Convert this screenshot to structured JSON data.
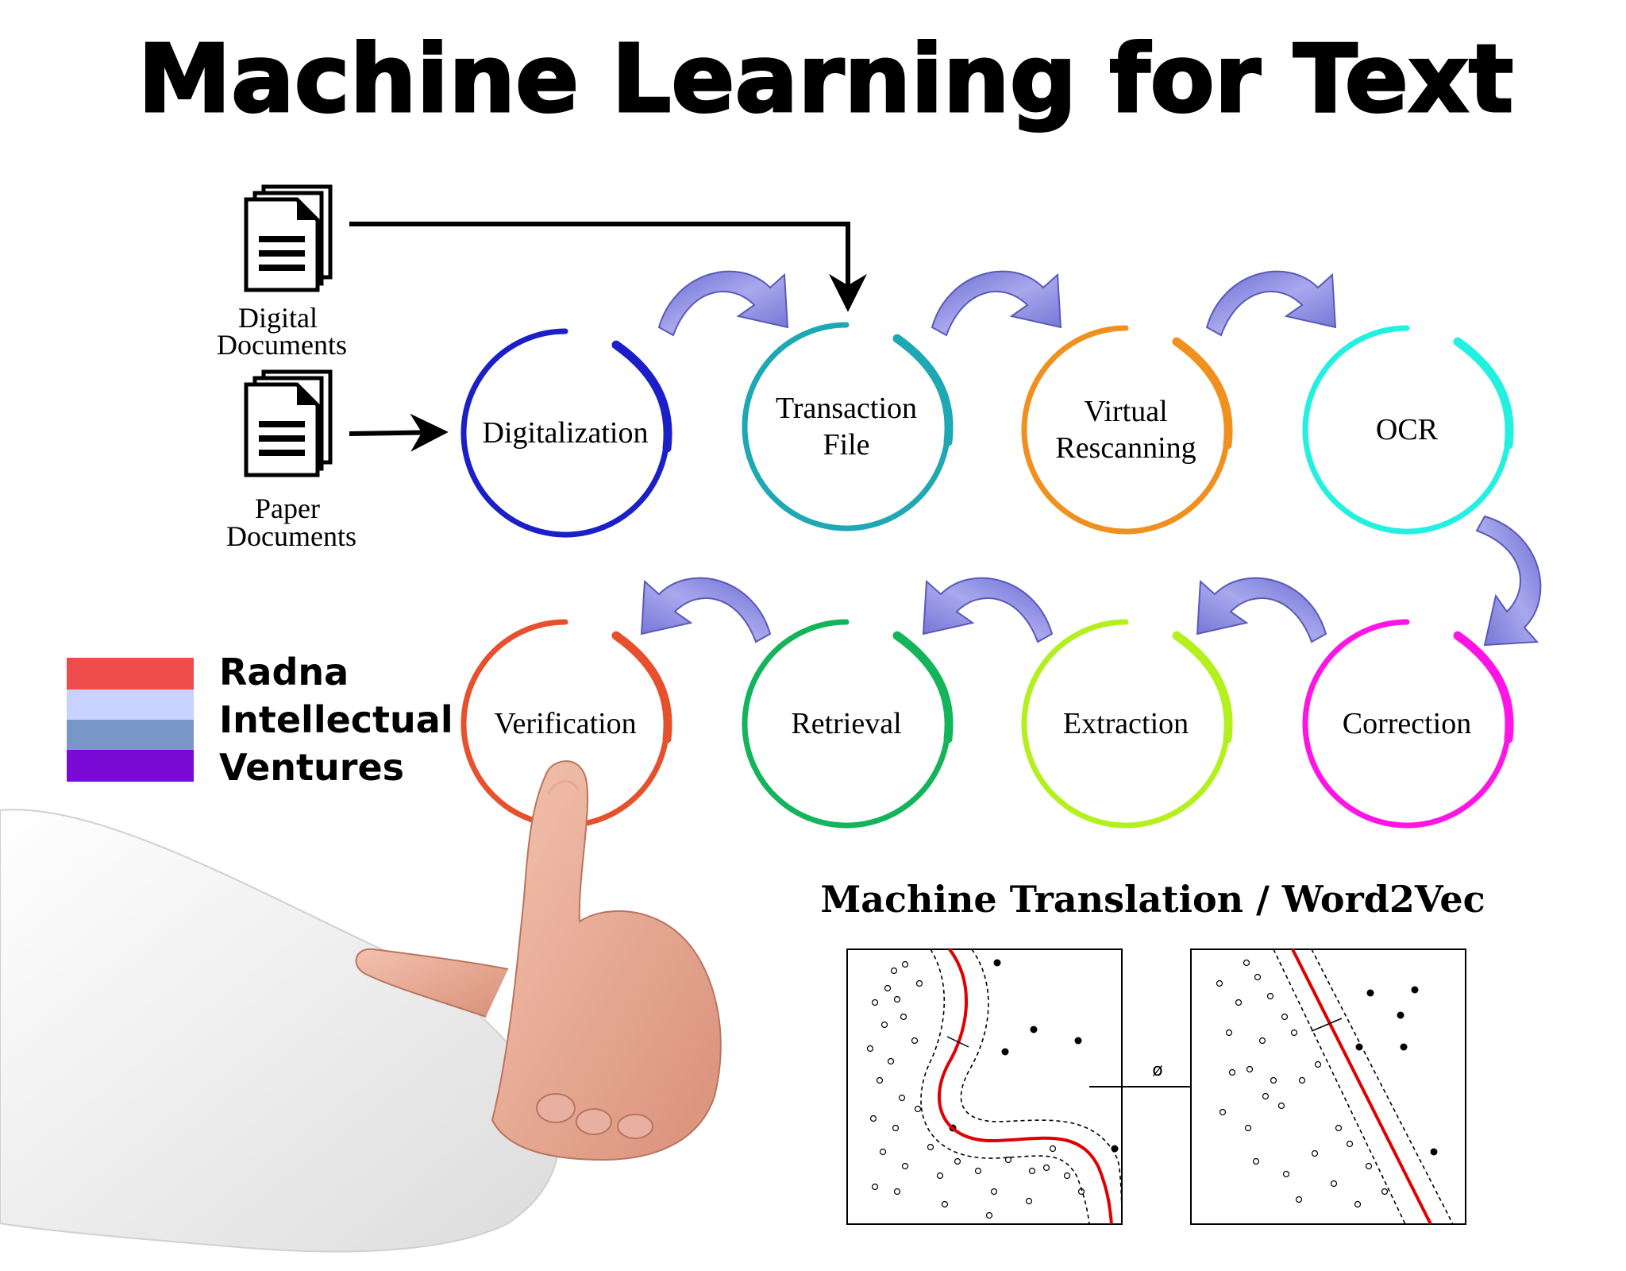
{
  "title": "Machine Learning for Text",
  "sources": [
    {
      "label_line1": "Digital",
      "label_line2": "Documents"
    },
    {
      "label_line1": "Paper",
      "label_line2": "Documents"
    }
  ],
  "steps": [
    {
      "lines": [
        "Digitalization"
      ],
      "color": "#1a1fc8"
    },
    {
      "lines": [
        "Transaction",
        "File"
      ],
      "color": "#1ea8b4"
    },
    {
      "lines": [
        "Virtual",
        "Rescanning"
      ],
      "color": "#f0901e"
    },
    {
      "lines": [
        "OCR"
      ],
      "color": "#22f0e0"
    },
    {
      "lines": [
        "Correction"
      ],
      "color": "#ff14e6"
    },
    {
      "lines": [
        "Extraction"
      ],
      "color": "#b4f01e"
    },
    {
      "lines": [
        "Retrieval"
      ],
      "color": "#14b45a"
    },
    {
      "lines": [
        "Verification"
      ],
      "color": "#e6502d"
    }
  ],
  "arrow_color": "#8c8cdc",
  "brand": {
    "lines": [
      "Radna",
      "Intellectual",
      "Ventures"
    ],
    "stripe_colors": [
      "#ee4b4b",
      "#c8d2ff",
      "#7896c8",
      "#7a0ad6"
    ]
  },
  "mt": {
    "title": "Machine Translation / Word2Vec",
    "map_symbol": "ø",
    "boundary_color": "#e00000"
  },
  "icons": {
    "document": "document-stack-icon",
    "pointer": "pointing-hand"
  }
}
